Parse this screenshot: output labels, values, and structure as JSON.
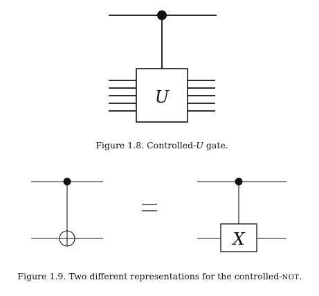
{
  "figure_1_8": {
    "gate_label": "U",
    "caption_prefix": "Figure 1.8. Controlled-",
    "caption_var": "U",
    "caption_suffix": " gate."
  },
  "figure_1_9": {
    "left_gate_symbol": "⊕",
    "equals_sign": "=",
    "right_gate_label": "X",
    "caption_prefix": "Figure 1.9. Two different representations for the controlled-",
    "caption_smallcaps": "not",
    "caption_suffix": "."
  },
  "colors": {
    "ink": "#111111",
    "background": "#ffffff"
  }
}
